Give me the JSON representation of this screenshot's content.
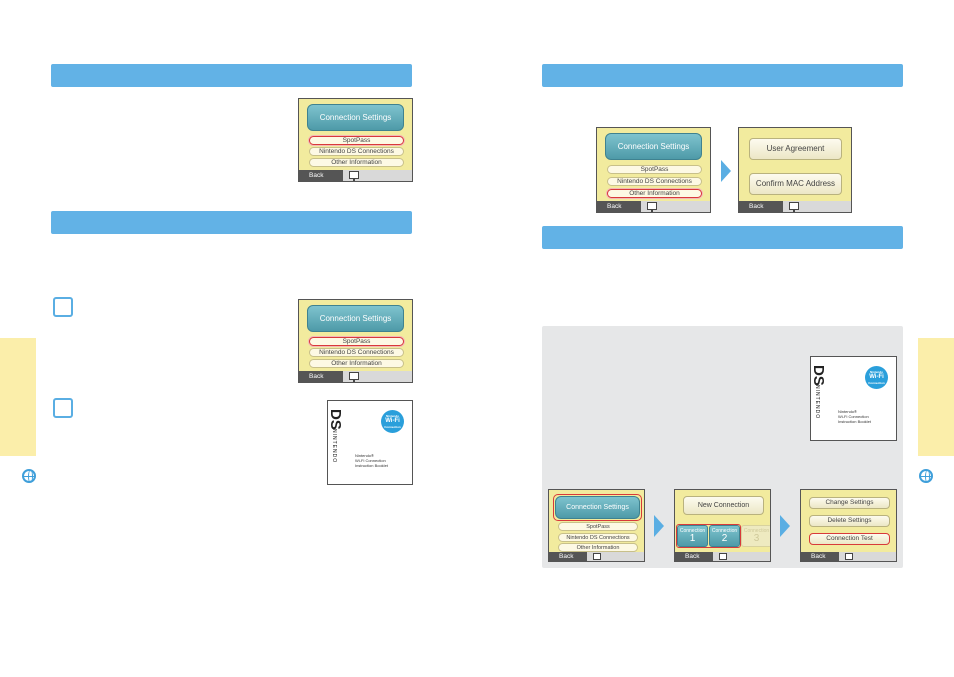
{
  "colors": {
    "accent_bar": "#62b2e6",
    "side_tab": "#fbeeaa",
    "screen_bg": "#f2eb9e",
    "highlight": "#d83a3a",
    "panel": "#e6e7e8"
  },
  "icons": {
    "side_icon": "globe-wrench-icon",
    "tool_icon": "device-icon",
    "flow_arrow": "triangle-right-icon"
  },
  "ds_screen": {
    "title": "Connection Settings",
    "options": [
      "SpotPass",
      "Nintendo DS Connections",
      "Other Information"
    ],
    "back": "Back"
  },
  "other_info_screen": {
    "user_agreement": "User Agreement",
    "confirm_mac": "Confirm MAC Address"
  },
  "new_connection_screen": {
    "new_connection": "New Connection",
    "connections": [
      {
        "label": "Connection",
        "num": "1"
      },
      {
        "label": "Connection",
        "num": "2"
      },
      {
        "label": "Connection",
        "num": "3"
      }
    ]
  },
  "connection_menu_screen": {
    "change": "Change Settings",
    "delete": "Delete Settings",
    "test": "Connection Test"
  },
  "booklet": {
    "ds_logo": "DS",
    "brand": "NINTENDO",
    "wifi_top": "Nintendo",
    "wifi_main": "Wi-Fi",
    "wifi_bottom": "Connection",
    "lines": [
      "Nintendo®",
      "Wi-Fi Connection",
      "Instruction Booklet"
    ]
  }
}
